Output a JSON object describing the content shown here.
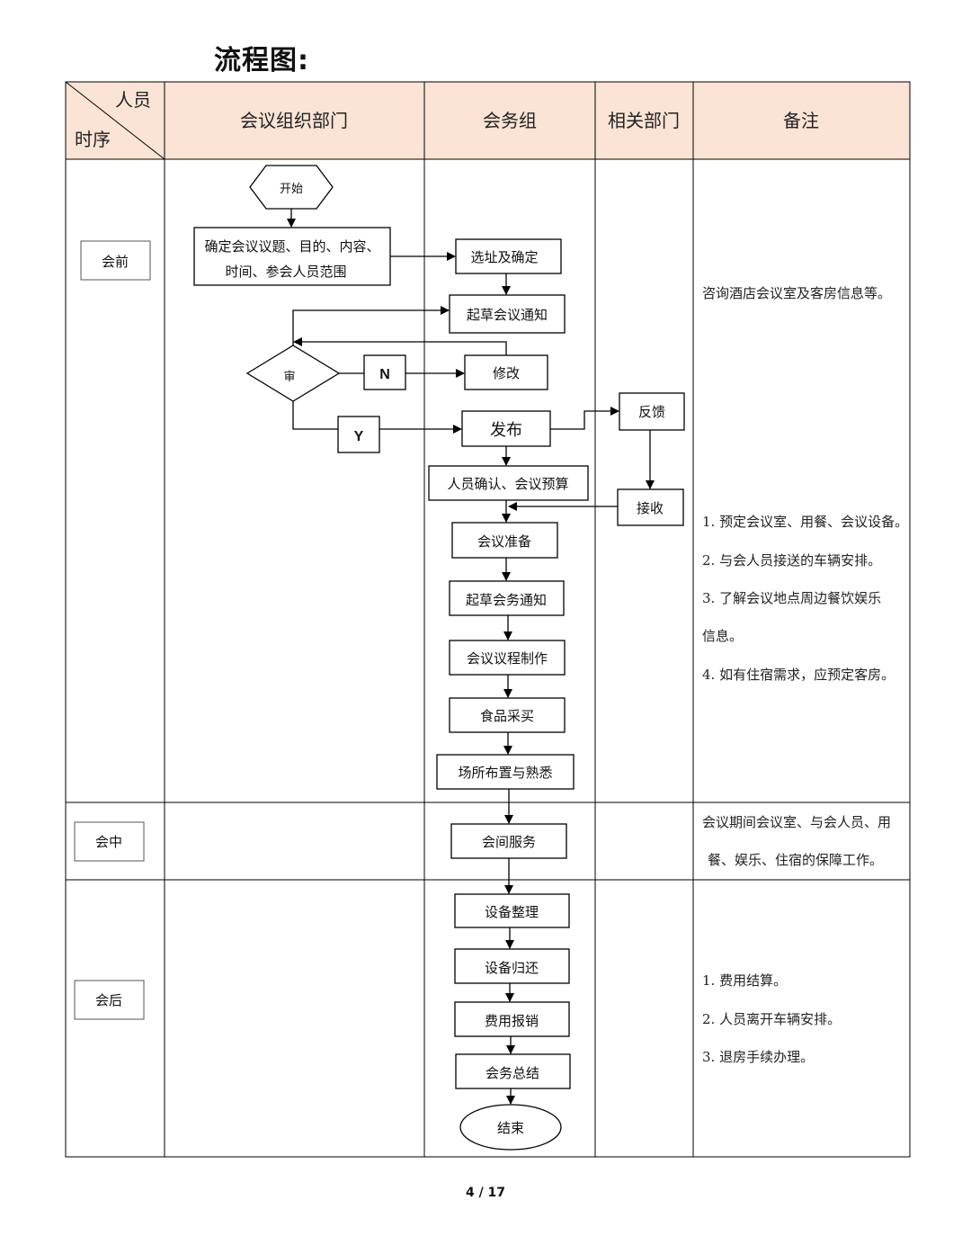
{
  "title": "流程图:",
  "header": {
    "corner_top": "人员",
    "corner_bottom": "时序",
    "columns": [
      "会议组织部门",
      "会务组",
      "相关部门",
      "备注"
    ]
  },
  "phases": [
    "会前",
    "会中",
    "会后"
  ],
  "nodes": {
    "start": "开始",
    "confirm_line1": "确定会议议题、目的、内容、",
    "confirm_line2": "时间、参会人员范围",
    "site": "选址及确定",
    "draft_notice": "起草会议通知",
    "review": "审",
    "no": "N",
    "yes": "Y",
    "modify": "修改",
    "publish": "发布",
    "feedback": "反馈",
    "receive": "接收",
    "confirm_budget": "人员确认、会议预算",
    "prepare": "会议准备",
    "draft_affairs": "起草会务通知",
    "agenda": "会议议程制作",
    "food": "食品采买",
    "venue": "场所布置与熟悉",
    "service": "会间服务",
    "equip_sort": "设备整理",
    "equip_return": "设备归还",
    "expense": "费用报销",
    "summary": "会务总结",
    "end": "结束"
  },
  "notes": {
    "pre_1": "咨询酒店会议室及客房信息等。",
    "pre_list": [
      "1. 预定会议室、用餐、会议设备。",
      "2. 与会人员接送的车辆安排。",
      "3. 了解会议地点周边餐饮娱乐",
      "信息。",
      "4. 如有住宿需求，应预定客房。"
    ],
    "mid_1": "会议期间会议室、与会人员、用",
    "mid_2": "餐、娱乐、住宿的保障工作。",
    "post_list": [
      "1. 费用结算。",
      "2. 人员离开车辆安排。",
      "3. 退房手续办理。"
    ]
  },
  "page_number": "4 / 17",
  "colors": {
    "header_bg": "#fbe4d5",
    "line": "#000000"
  }
}
